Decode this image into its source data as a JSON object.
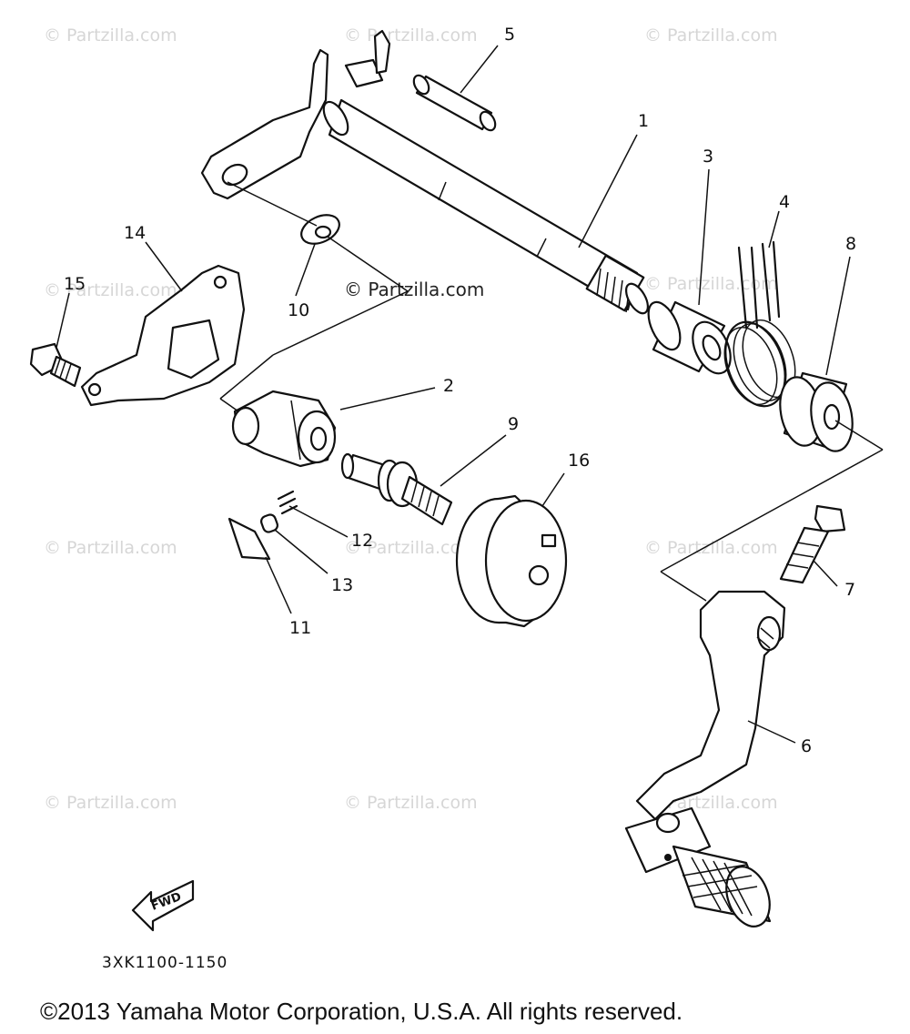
{
  "watermark": "© Partzilla.com",
  "callouts": {
    "c1": "1",
    "c2": "2",
    "c3": "3",
    "c4": "4",
    "c5": "5",
    "c6": "6",
    "c7": "7",
    "c8": "8",
    "c9": "9",
    "c10": "10",
    "c11": "11",
    "c12": "12",
    "c13": "13",
    "c14": "14",
    "c15": "15",
    "c16": "16"
  },
  "fwd_label": "FWD",
  "diagram_code": "3XK1100-1150",
  "copyright": "©2013 Yamaha Motor Corporation, U.S.A. All rights reserved."
}
